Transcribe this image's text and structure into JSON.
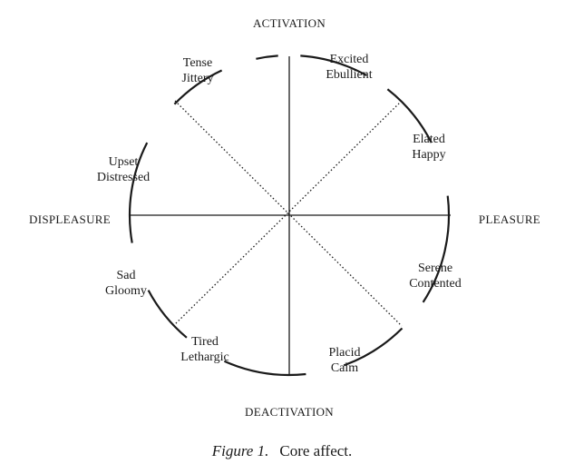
{
  "axes": {
    "top": "ACTIVATION",
    "bottom": "DEACTIVATION",
    "left": "DISPLEASURE",
    "right": "PLEASURE"
  },
  "labels": {
    "excited": {
      "line1": "Excited",
      "line2": "Ebullient"
    },
    "elated": {
      "line1": "Elated",
      "line2": "Happy"
    },
    "serene": {
      "line1": "Serene",
      "line2": "Contented"
    },
    "placid": {
      "line1": "Placid",
      "line2": "Calm"
    },
    "tired": {
      "line1": "Tired",
      "line2": "Lethargic"
    },
    "sad": {
      "line1": "Sad",
      "line2": "Gloomy"
    },
    "upset": {
      "line1": "Upset",
      "line2": "Distressed"
    },
    "tense": {
      "line1": "Tense",
      "line2": "Jittery"
    }
  },
  "caption": {
    "figure": "Figure 1.",
    "text": "Core affect."
  }
}
